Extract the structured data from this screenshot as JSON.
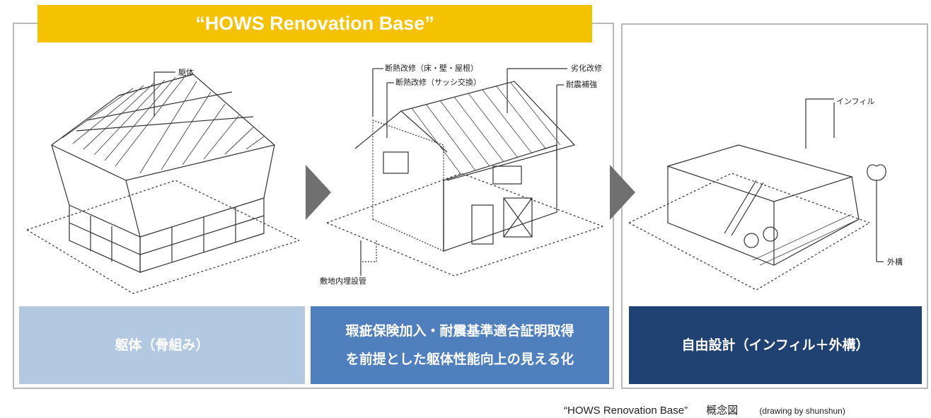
{
  "title": "“HOWS Renovation Base”",
  "captions": {
    "frame": "躯体（骨組み）",
    "performance_line1": "瑕疵保険加入・耐震基準適合証明取得",
    "performance_line2": "を前提とした躯体性能向上の見える化",
    "free_design": "自由設計（インフィル＋外構）"
  },
  "labels": {
    "frame": "躯体",
    "insulation_walls": "断熱改修（床・壁・屋根）",
    "insulation_sash": "断熱改修（サッシ交換）",
    "deterioration": "劣化改修",
    "seismic": "耐震補強",
    "piping": "敷地内埋設管",
    "infill": "インフィル",
    "exterior": "外構"
  },
  "footer": {
    "title": "“HOWS Renovation Base”",
    "concept": "概念図",
    "credit": "(drawing by shunshun)"
  },
  "colors": {
    "banner": "#f4c200",
    "caption_light": "#b3c9e1",
    "caption_mid": "#4f7fbd",
    "caption_dark": "#1f4273",
    "arrow": "#707070"
  }
}
